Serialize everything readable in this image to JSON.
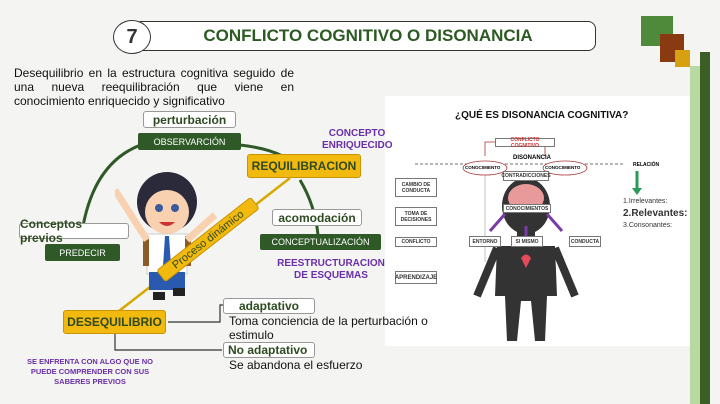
{
  "header": {
    "number": "7",
    "title": "CONFLICTO COGNITIVO O DISONANCIA"
  },
  "intro": "Desequilibrio en la estructura cognitiva seguido de una nueva reequilibración que viene en conocimiento enriquecido y significativo",
  "cycle": {
    "perturbacion": "perturbación",
    "observacion": "OBSERVARCIÓN",
    "requilibracion": "REQUILIBRACION",
    "concepto_enriquecido": "CONCEPTO ENRIQUECIDO",
    "acomodacion": "acomodación",
    "conceptualizacion": "CONCEPTUALIZACIÓN",
    "reestructuracion": "REESTRUCTURACION DE ESQUEMAS",
    "conceptos_previos": "Conceptos previos",
    "predecir": "PREDECIR",
    "proceso": "Proceso dinámico",
    "desequilibrio": "DESEQUILIBRIO",
    "se_enfrenta": "SE ENFRENTA CON ALGO QUE NO PUEDE COMPRENDER CON SUS SABERES PREVIOS",
    "adaptativo": "adaptativo",
    "adaptativo_desc": "Toma conciencia de la perturbación o estimulo",
    "no_adaptativo": "No adaptativo",
    "no_adaptativo_desc": "Se abandona el esfuerzo"
  },
  "diagram": {
    "title": "¿QUÉ ES DISONANCIA COGNITIVA?",
    "conflicto": "CONFLICTO COGNITIVO",
    "disonancia": "DISONANCIA",
    "conocimiento_left": "CONOCIMIENTO",
    "conocimiento_right": "CONOCIMIENTO",
    "contradicciones": "CONTRADICCIONES",
    "conocimientos": "CONOCIMIENTOS",
    "relacion": "RELACIÓN",
    "left_steps": [
      "CAMBIO DE CONDUCTA",
      "TOMA DE DECISIONES",
      "CONFLICTO",
      "APRENDIZAJE"
    ],
    "entorno": "ENTORNO",
    "si_mismo": "SI MISMO",
    "conducta": "CONDUCTA",
    "types": [
      "1.Irrelevantes:",
      "2.Relevantes:",
      "3.Consonantes:"
    ]
  },
  "colors": {
    "green": "#2f5a28",
    "gold": "#f2b90f",
    "purple": "#6a2fa8"
  }
}
